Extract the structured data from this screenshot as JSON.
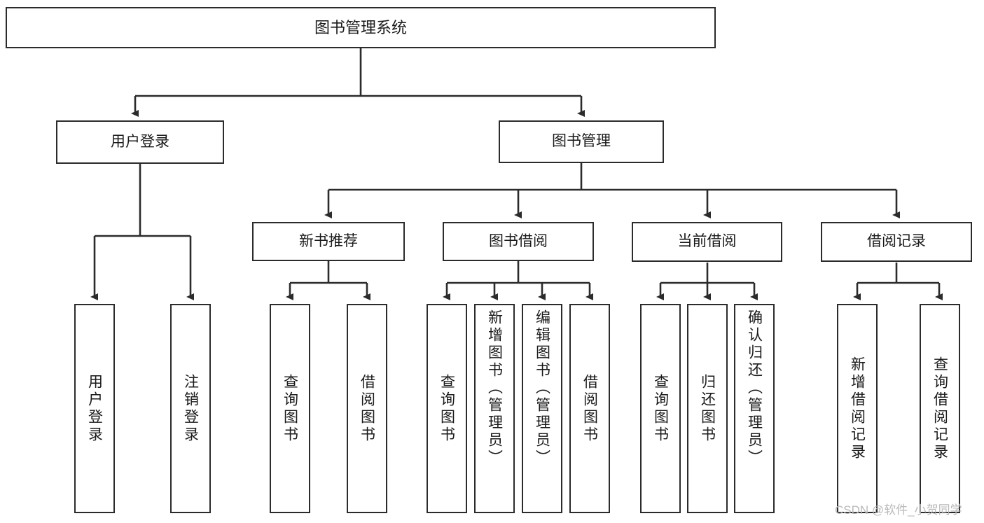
{
  "diagram": {
    "title": "图书管理系统",
    "type": "hierarchy-tree",
    "watermark": "CSDN @软件_小贺同学",
    "colors": {
      "stroke": "#2b2b2b",
      "fill": "#ffffff",
      "text": "#1a1a1a",
      "watermark": "#b9b9b9"
    },
    "levels": {
      "root": "图书管理系统",
      "level1": [
        "用户登录",
        "图书管理"
      ],
      "level2": [
        "新书推荐",
        "图书借阅",
        "当前借阅",
        "借阅记录"
      ]
    },
    "nodes": {
      "root": {
        "label": "图书管理系统"
      },
      "user_login": {
        "label": "用户登录"
      },
      "book_mgmt": {
        "label": "图书管理"
      },
      "new_book_rec": {
        "label": "新书推荐"
      },
      "book_borrow": {
        "label": "图书借阅"
      },
      "current_borrow": {
        "label": "当前借阅"
      },
      "borrow_record": {
        "label": "借阅记录"
      }
    },
    "leaves": {
      "user_login": [
        {
          "label": "用户登录"
        },
        {
          "label": "注销登录"
        }
      ],
      "new_book_rec": [
        {
          "label": "查询图书"
        },
        {
          "label": "借阅图书"
        }
      ],
      "book_borrow": [
        {
          "label": "查询图书"
        },
        {
          "label": "新增图书（管理员）"
        },
        {
          "label": "编辑图书（管理员）"
        },
        {
          "label": "借阅图书"
        }
      ],
      "current_borrow": [
        {
          "label": "查询图书"
        },
        {
          "label": "归还图书"
        },
        {
          "label": "确认归还（管理员）"
        }
      ],
      "borrow_record": [
        {
          "label": "新增借阅记录"
        },
        {
          "label": "查询借阅记录"
        }
      ]
    }
  }
}
